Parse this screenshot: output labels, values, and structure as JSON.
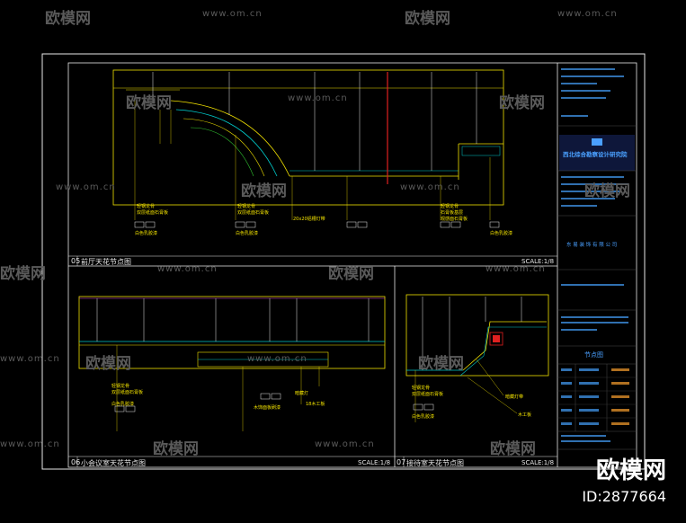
{
  "watermark": {
    "logo_text": "欧模网",
    "url": "www.om.cn"
  },
  "panels": {
    "p05": {
      "number": "05",
      "title": "前厅天花节点图",
      "scale": "SCALE:1/8"
    },
    "p06": {
      "number": "06",
      "title": "小会议室天花节点图",
      "scale": "SCALE:1/8"
    },
    "p07": {
      "number": "07",
      "title": "接待室天花节点图",
      "scale": "SCALE:1/8"
    }
  },
  "annotations": {
    "p05_a": "轻钢龙骨",
    "p05_b": "双层纸面石膏板",
    "p05_c": "白色乳胶漆",
    "p05_d": "20x20铝槽灯带",
    "p05_e": "轻钢龙骨",
    "p05_f": "双层纸面石膏板",
    "p05_g": "白色乳胶漆",
    "p05_h": "轻钢龙骨",
    "p05_i": "石膏板基层",
    "p05_j": "观感面石膏板",
    "p05_k": "白色乳胶漆",
    "p06_a": "轻钢龙骨",
    "p06_b": "双层纸面石膏板",
    "p06_c": "白色乳胶漆",
    "p06_d": "暗藏灯",
    "p06_e": "18木工板",
    "p06_f": "木饰面板刷漆",
    "p07_a": "轻钢龙骨",
    "p07_b": "双层纸面石膏板",
    "p07_c": "白色乳胶漆",
    "p07_d": "暗藏灯带",
    "p07_e": "木工板"
  },
  "title_block": {
    "institute": "西北综合勘察设计研究院",
    "section_header": "东 易 装 饰 有 限 公 司",
    "drawing_title": "节点图",
    "brand_logo": "欧模网",
    "id_text": "ID:2877664"
  },
  "colors": {
    "background": "#000000",
    "frame": "#e8e8e8",
    "drawing": "#f0e000",
    "line_cyan": "#00c8c8",
    "line_green": "#30c030",
    "line_magenta": "#d040d0",
    "line_red": "#e02020",
    "titleblock_text": "#4aa0ff",
    "titleblock_fill": "#1a2a6a",
    "watermark": "#5a5a5a"
  }
}
